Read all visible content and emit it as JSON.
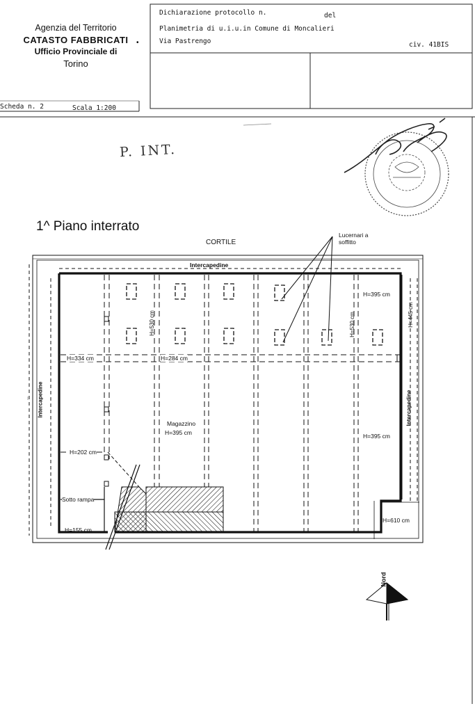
{
  "header": {
    "agency_line1": "Agenzia del Territorio",
    "agency_line2": "CATASTO FABBRICATI",
    "agency_line3": "Ufficio Provinciale di",
    "agency_line4": "Torino",
    "decl_label": "Dichiarazione protocollo n.",
    "decl_del": "del",
    "planimetria": "Planimetria di u.i.u.in Comune di Moncalieri",
    "via": "Via Pastrengo",
    "civ": "civ. 41BIS",
    "scheda": "Scheda n. 2",
    "scala": "Scala 1:200"
  },
  "annotation": {
    "handwritten": "P. INT."
  },
  "plan": {
    "title": "1^ Piano interrato",
    "cortile": "CORTILE",
    "lucernari": "Lucernari a",
    "soffitto": "soffitto",
    "intercapedine_top": "Intercapedine",
    "intercapedine_left": "Intercapedine",
    "intercapedine_right": "Intercapedine",
    "h395_top": "H=395 cm",
    "h445": "H=445 cm",
    "h334": "H=334 cm",
    "h284": "H=284 cm",
    "h530a": "H=530 cm",
    "h530b": "H=530 cm",
    "magazzino": "Magazzino",
    "magazzino_h": "H=395 cm",
    "h395_right": "H=395 cm",
    "h202": "H=202 cm",
    "sotto_rampa": "Sotto rampa",
    "h155": "H=155 cm",
    "h610": "H=610 cm"
  },
  "north": {
    "label": "Nord"
  }
}
